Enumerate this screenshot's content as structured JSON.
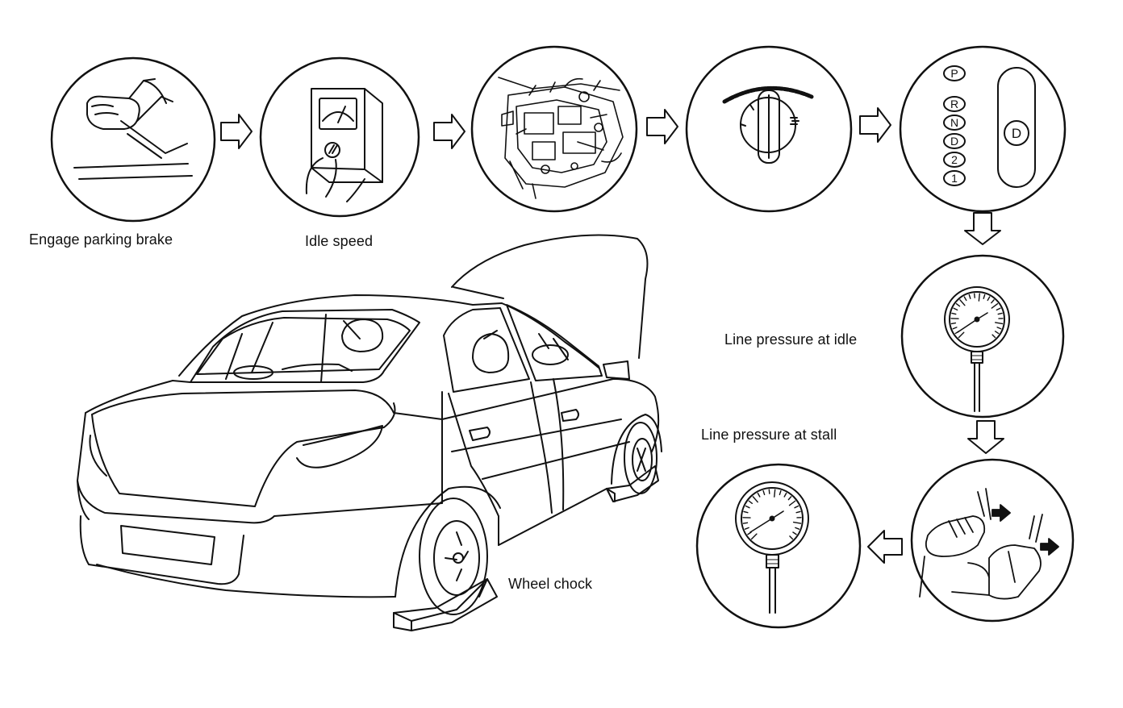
{
  "labels": {
    "parking_brake": "Engage parking brake",
    "idle_speed": "Idle speed",
    "line_pressure_idle": "Line pressure at idle",
    "line_pressure_stall": "Line pressure at stall",
    "wheel_chock": "Wheel chock"
  },
  "selector": {
    "positions": [
      "P",
      "R",
      "N",
      "D",
      "2",
      "1"
    ],
    "selected": "D"
  },
  "colors": {
    "ink": "#111111",
    "background": "#ffffff"
  }
}
